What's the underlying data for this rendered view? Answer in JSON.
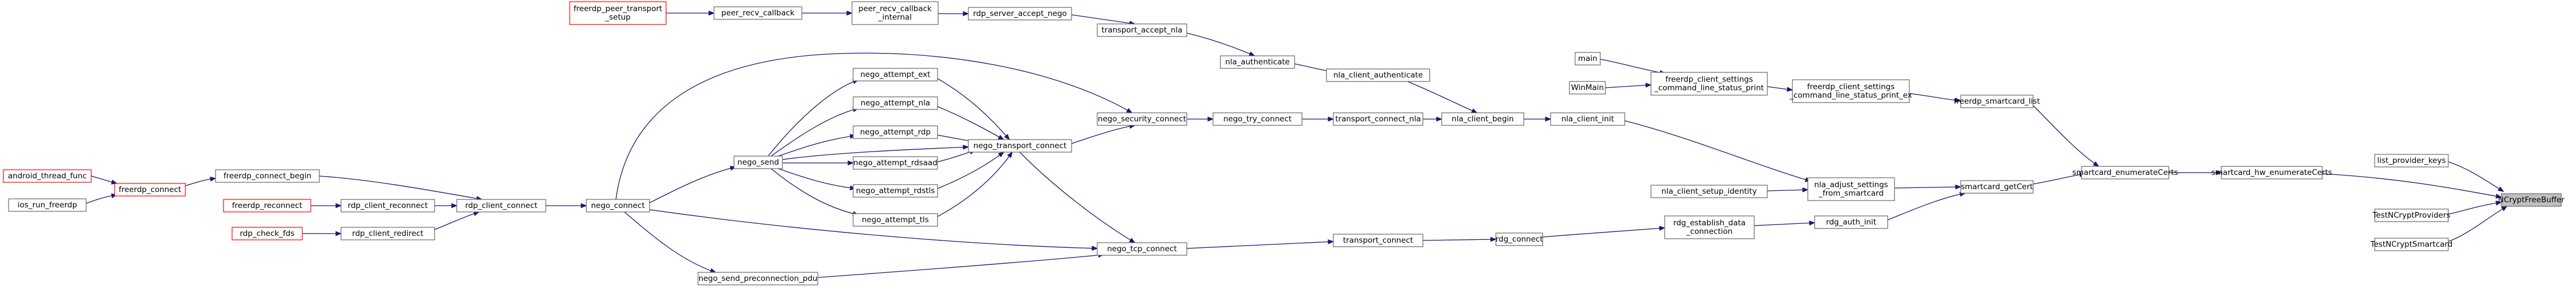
{
  "graph": {
    "colors": {
      "edge": "#191970",
      "box_border": "#666666",
      "truncated_border": "#ff0000",
      "focus_fill": "#bfbfbf",
      "box_fill": "#ffffff",
      "text": "#000000"
    },
    "nodes": [
      {
        "id": "NCryptFreeBuffer",
        "lines": [
          "NCryptFreeBuffer"
        ],
        "variant": "focus"
      },
      {
        "id": "list_provider_keys",
        "lines": [
          "list_provider_keys"
        ],
        "variant": "normal"
      },
      {
        "id": "TestNCryptProviders",
        "lines": [
          "TestNCryptProviders"
        ],
        "variant": "normal"
      },
      {
        "id": "TestNCryptSmartcard",
        "lines": [
          "TestNCryptSmartcard"
        ],
        "variant": "normal"
      },
      {
        "id": "smartcard_hw_enumerateCerts",
        "lines": [
          "smartcard_hw_enumerateCerts"
        ],
        "variant": "normal"
      },
      {
        "id": "smartcard_enumerateCerts",
        "lines": [
          "smartcard_enumerateCerts"
        ],
        "variant": "normal"
      },
      {
        "id": "freerdp_smartcard_list",
        "lines": [
          "freerdp_smartcard_list"
        ],
        "variant": "normal"
      },
      {
        "id": "smartcard_getCert",
        "lines": [
          "smartcard_getCert"
        ],
        "variant": "normal"
      },
      {
        "id": "freerdp_client_settings_command_line_status_print_ex",
        "lines": [
          "freerdp_client_settings",
          "_command_line_status_print_ex"
        ],
        "variant": "normal"
      },
      {
        "id": "freerdp_client_settings_command_line_status_print",
        "lines": [
          "freerdp_client_settings",
          "_command_line_status_print"
        ],
        "variant": "normal"
      },
      {
        "id": "main",
        "lines": [
          "main"
        ],
        "variant": "normal"
      },
      {
        "id": "WinMain",
        "lines": [
          "WinMain"
        ],
        "variant": "normal"
      },
      {
        "id": "nla_adjust_settings_from_smartcard",
        "lines": [
          "nla_adjust_settings",
          "_from_smartcard"
        ],
        "variant": "normal"
      },
      {
        "id": "nla_client_init",
        "lines": [
          "nla_client_init"
        ],
        "variant": "normal"
      },
      {
        "id": "nla_client_setup_identity",
        "lines": [
          "nla_client_setup_identity"
        ],
        "variant": "normal"
      },
      {
        "id": "rdg_auth_init",
        "lines": [
          "rdg_auth_init"
        ],
        "variant": "normal"
      },
      {
        "id": "rdg_establish_data_connection",
        "lines": [
          "rdg_establish_data",
          "_connection"
        ],
        "variant": "normal"
      },
      {
        "id": "rdg_connect",
        "lines": [
          "rdg_connect"
        ],
        "variant": "normal"
      },
      {
        "id": "nla_client_begin",
        "lines": [
          "nla_client_begin"
        ],
        "variant": "normal"
      },
      {
        "id": "transport_connect",
        "lines": [
          "transport_connect"
        ],
        "variant": "normal"
      },
      {
        "id": "nla_client_authenticate",
        "lines": [
          "nla_client_authenticate"
        ],
        "variant": "normal"
      },
      {
        "id": "transport_connect_nla",
        "lines": [
          "transport_connect_nla"
        ],
        "variant": "normal"
      },
      {
        "id": "nla_authenticate",
        "lines": [
          "nla_authenticate"
        ],
        "variant": "normal"
      },
      {
        "id": "nego_try_connect",
        "lines": [
          "nego_try_connect"
        ],
        "variant": "normal"
      },
      {
        "id": "nego_tcp_connect",
        "lines": [
          "nego_tcp_connect"
        ],
        "variant": "normal"
      },
      {
        "id": "transport_accept_nla",
        "lines": [
          "transport_accept_nla"
        ],
        "variant": "normal"
      },
      {
        "id": "nego_security_connect",
        "lines": [
          "nego_security_connect"
        ],
        "variant": "normal"
      },
      {
        "id": "nego_transport_connect",
        "lines": [
          "nego_transport_connect"
        ],
        "variant": "normal"
      },
      {
        "id": "rdp_server_accept_nego",
        "lines": [
          "rdp_server_accept_nego"
        ],
        "variant": "normal"
      },
      {
        "id": "nego_attempt_ext",
        "lines": [
          "nego_attempt_ext"
        ],
        "variant": "normal"
      },
      {
        "id": "nego_attempt_nla",
        "lines": [
          "nego_attempt_nla"
        ],
        "variant": "normal"
      },
      {
        "id": "nego_attempt_rdp",
        "lines": [
          "nego_attempt_rdp"
        ],
        "variant": "normal"
      },
      {
        "id": "nego_attempt_rdsaad",
        "lines": [
          "nego_attempt_rdsaad"
        ],
        "variant": "normal"
      },
      {
        "id": "nego_attempt_rdstls",
        "lines": [
          "nego_attempt_rdstls"
        ],
        "variant": "normal"
      },
      {
        "id": "nego_attempt_tls",
        "lines": [
          "nego_attempt_tls"
        ],
        "variant": "normal"
      },
      {
        "id": "nego_send_preconnection_pdu",
        "lines": [
          "nego_send_preconnection_pdu"
        ],
        "variant": "normal"
      },
      {
        "id": "peer_recv_callback_internal",
        "lines": [
          "peer_recv_callback",
          "_internal"
        ],
        "variant": "normal"
      },
      {
        "id": "nego_send",
        "lines": [
          "nego_send"
        ],
        "variant": "normal"
      },
      {
        "id": "peer_recv_callback",
        "lines": [
          "peer_recv_callback"
        ],
        "variant": "normal"
      },
      {
        "id": "nego_connect",
        "lines": [
          "nego_connect"
        ],
        "variant": "normal"
      },
      {
        "id": "freerdp_peer_transport_setup",
        "lines": [
          "freerdp_peer_transport",
          "_setup"
        ],
        "variant": "truncated"
      },
      {
        "id": "rdp_client_connect",
        "lines": [
          "rdp_client_connect"
        ],
        "variant": "normal"
      },
      {
        "id": "rdp_client_reconnect",
        "lines": [
          "rdp_client_reconnect"
        ],
        "variant": "normal"
      },
      {
        "id": "rdp_client_redirect",
        "lines": [
          "rdp_client_redirect"
        ],
        "variant": "normal"
      },
      {
        "id": "freerdp_connect_begin",
        "lines": [
          "freerdp_connect_begin"
        ],
        "variant": "normal"
      },
      {
        "id": "freerdp_reconnect",
        "lines": [
          "freerdp_reconnect"
        ],
        "variant": "truncated"
      },
      {
        "id": "rdp_check_fds",
        "lines": [
          "rdp_check_fds"
        ],
        "variant": "truncated"
      },
      {
        "id": "freerdp_connect",
        "lines": [
          "freerdp_connect"
        ],
        "variant": "truncated"
      },
      {
        "id": "android_thread_func",
        "lines": [
          "android_thread_func"
        ],
        "variant": "truncated"
      },
      {
        "id": "ios_run_freerdp",
        "lines": [
          "ios_run_freerdp"
        ],
        "variant": "normal"
      }
    ],
    "edges": [
      {
        "from": "list_provider_keys",
        "to": "NCryptFreeBuffer"
      },
      {
        "from": "TestNCryptProviders",
        "to": "NCryptFreeBuffer"
      },
      {
        "from": "TestNCryptSmartcard",
        "to": "NCryptFreeBuffer"
      },
      {
        "from": "smartcard_hw_enumerateCerts",
        "to": "NCryptFreeBuffer"
      },
      {
        "from": "smartcard_enumerateCerts",
        "to": "smartcard_hw_enumerateCerts"
      },
      {
        "from": "freerdp_smartcard_list",
        "to": "smartcard_enumerateCerts"
      },
      {
        "from": "smartcard_getCert",
        "to": "smartcard_enumerateCerts"
      },
      {
        "from": "freerdp_client_settings_command_line_status_print_ex",
        "to": "freerdp_smartcard_list"
      },
      {
        "from": "freerdp_client_settings_command_line_status_print",
        "to": "freerdp_client_settings_command_line_status_print_ex"
      },
      {
        "from": "main",
        "to": "freerdp_client_settings_command_line_status_print"
      },
      {
        "from": "WinMain",
        "to": "freerdp_client_settings_command_line_status_print"
      },
      {
        "from": "nla_adjust_settings_from_smartcard",
        "to": "smartcard_getCert"
      },
      {
        "from": "rdg_auth_init",
        "to": "smartcard_getCert"
      },
      {
        "from": "nla_client_init",
        "to": "nla_adjust_settings_from_smartcard"
      },
      {
        "from": "nla_client_setup_identity",
        "to": "nla_adjust_settings_from_smartcard"
      },
      {
        "from": "nla_client_begin",
        "to": "nla_client_init"
      },
      {
        "from": "rdg_establish_data_connection",
        "to": "rdg_auth_init"
      },
      {
        "from": "rdg_connect",
        "to": "rdg_establish_data_connection"
      },
      {
        "from": "transport_connect",
        "to": "rdg_connect"
      },
      {
        "from": "nego_tcp_connect",
        "to": "transport_connect"
      },
      {
        "from": "nla_client_authenticate",
        "to": "nla_client_begin"
      },
      {
        "from": "transport_connect_nla",
        "to": "nla_client_begin"
      },
      {
        "from": "nla_authenticate",
        "to": "nla_client_authenticate"
      },
      {
        "from": "transport_accept_nla",
        "to": "nla_authenticate"
      },
      {
        "from": "rdp_server_accept_nego",
        "to": "transport_accept_nla"
      },
      {
        "from": "peer_recv_callback_internal",
        "to": "rdp_server_accept_nego"
      },
      {
        "from": "peer_recv_callback",
        "to": "peer_recv_callback_internal"
      },
      {
        "from": "freerdp_peer_transport_setup",
        "to": "peer_recv_callback"
      },
      {
        "from": "nego_try_connect",
        "to": "transport_connect_nla"
      },
      {
        "from": "nego_security_connect",
        "to": "nego_try_connect"
      },
      {
        "from": "nego_transport_connect",
        "to": "nego_security_connect"
      },
      {
        "from": "nego_transport_connect",
        "to": "nego_tcp_connect"
      },
      {
        "from": "nego_attempt_ext",
        "to": "nego_transport_connect"
      },
      {
        "from": "nego_attempt_nla",
        "to": "nego_transport_connect"
      },
      {
        "from": "nego_attempt_rdp",
        "to": "nego_transport_connect"
      },
      {
        "from": "nego_attempt_rdsaad",
        "to": "nego_transport_connect"
      },
      {
        "from": "nego_attempt_rdstls",
        "to": "nego_transport_connect"
      },
      {
        "from": "nego_attempt_tls",
        "to": "nego_transport_connect"
      },
      {
        "from": "nego_send",
        "to": "nego_attempt_ext"
      },
      {
        "from": "nego_send",
        "to": "nego_attempt_nla"
      },
      {
        "from": "nego_send",
        "to": "nego_attempt_rdp"
      },
      {
        "from": "nego_send",
        "to": "nego_attempt_rdsaad"
      },
      {
        "from": "nego_send",
        "to": "nego_attempt_rdstls"
      },
      {
        "from": "nego_send",
        "to": "nego_attempt_tls"
      },
      {
        "from": "nego_send",
        "to": "nego_transport_connect"
      },
      {
        "from": "nego_connect",
        "to": "nego_send"
      },
      {
        "from": "nego_connect",
        "to": "nego_security_connect"
      },
      {
        "from": "nego_connect",
        "to": "nego_tcp_connect"
      },
      {
        "from": "nego_connect",
        "to": "nego_send_preconnection_pdu"
      },
      {
        "from": "nego_send_preconnection_pdu",
        "to": "nego_tcp_connect"
      },
      {
        "from": "rdp_client_connect",
        "to": "nego_connect"
      },
      {
        "from": "freerdp_connect_begin",
        "to": "rdp_client_connect"
      },
      {
        "from": "rdp_client_reconnect",
        "to": "rdp_client_connect"
      },
      {
        "from": "rdp_client_redirect",
        "to": "rdp_client_connect"
      },
      {
        "from": "freerdp_reconnect",
        "to": "rdp_client_reconnect"
      },
      {
        "from": "rdp_check_fds",
        "to": "rdp_client_redirect"
      },
      {
        "from": "freerdp_connect",
        "to": "freerdp_connect_begin"
      },
      {
        "from": "android_thread_func",
        "to": "freerdp_connect"
      },
      {
        "from": "ios_run_freerdp",
        "to": "freerdp_connect"
      }
    ]
  }
}
